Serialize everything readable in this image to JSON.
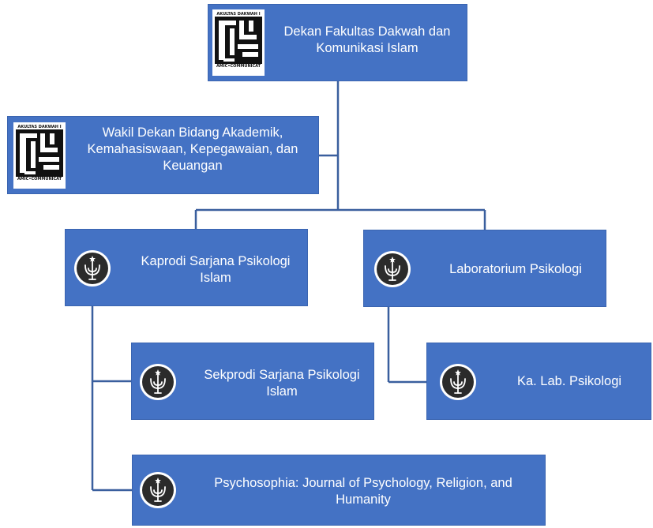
{
  "org_chart": {
    "dean": {
      "label": "Dekan Fakultas Dakwah dan Komunikasi Islam"
    },
    "vice_dean": {
      "label": "Wakil Dekan Bidang Akademik, Kemahasiswaan, Kepegawaian, dan Keuangan"
    },
    "kaprodi": {
      "label": "Kaprodi Sarjana Psikologi Islam"
    },
    "lab": {
      "label": "Laboratorium Psikologi"
    },
    "sekprodi": {
      "label": "Sekprodi Sarjana Psikologi Islam"
    },
    "ka_lab": {
      "label": "Ka. Lab. Psikologi"
    },
    "journal": {
      "label": "Psychosophia: Journal of Psychology, Religion, and Humanity"
    }
  },
  "logos": {
    "faculty_logo_top": "AKULTAS DAKWAH I",
    "faculty_logo_bottom": "AMIC•COMMUNICAT"
  },
  "colors": {
    "box_fill": "#4472c4",
    "connector": "#3a5f9e",
    "text": "#ffffff"
  },
  "icons": {
    "faculty": "faculty-logo-icon",
    "psychology": "psychology-emblem-icon"
  }
}
